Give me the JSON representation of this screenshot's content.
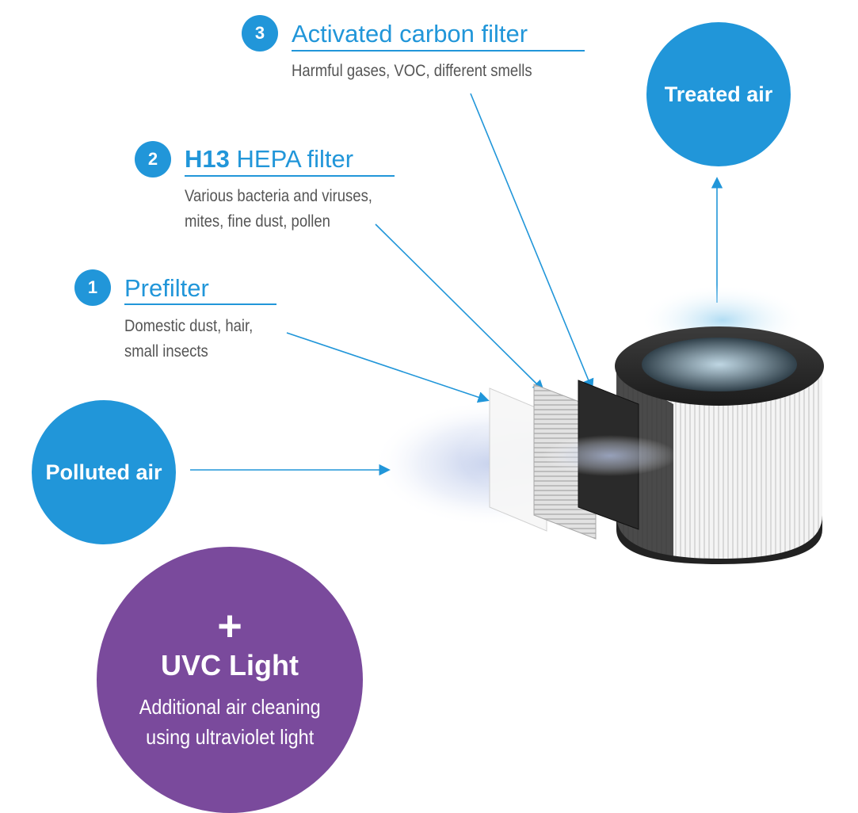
{
  "colors": {
    "accent_blue": "#2196d9",
    "uvc_purple": "#7a4a9c",
    "text_gray": "#555555"
  },
  "filters": [
    {
      "number": "3",
      "title_bold": "",
      "title": "Activated carbon filter",
      "description": [
        "Harmful gases, VOC, different smells"
      ]
    },
    {
      "number": "2",
      "title_bold": "H13",
      "title": "HEPA filter",
      "description": [
        "Various bacteria and viruses,",
        "mites, fine dust, pollen"
      ]
    },
    {
      "number": "1",
      "title_bold": "",
      "title": "Prefilter",
      "description": [
        "Domestic dust, hair,",
        "small insects"
      ]
    }
  ],
  "treated_air": {
    "label": "Treated air"
  },
  "polluted_air": {
    "label": "Polluted air"
  },
  "uvc": {
    "plus": "+",
    "title": "UVC Light",
    "description": [
      "Additional air cleaning",
      "using ultraviolet light"
    ]
  }
}
